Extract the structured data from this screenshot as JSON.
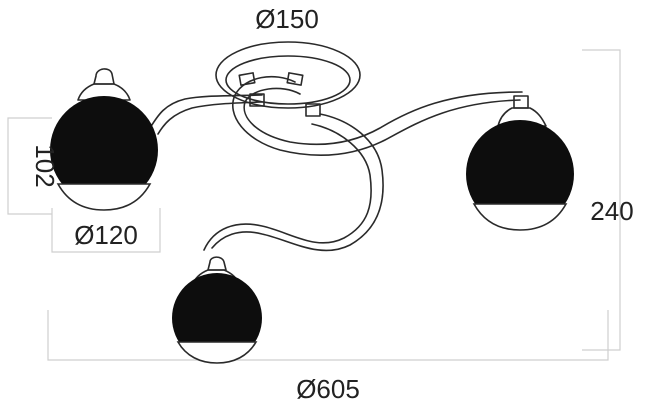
{
  "dimensions": {
    "canopy_diameter": "Ø150",
    "shade_height": "102",
    "shade_diameter": "Ø120",
    "overall_height": "240",
    "overall_diameter": "Ø605"
  },
  "colors": {
    "glass": "#0d0d0d",
    "outline": "#2a2a2a",
    "dimension_line": "#cfcfcf"
  }
}
